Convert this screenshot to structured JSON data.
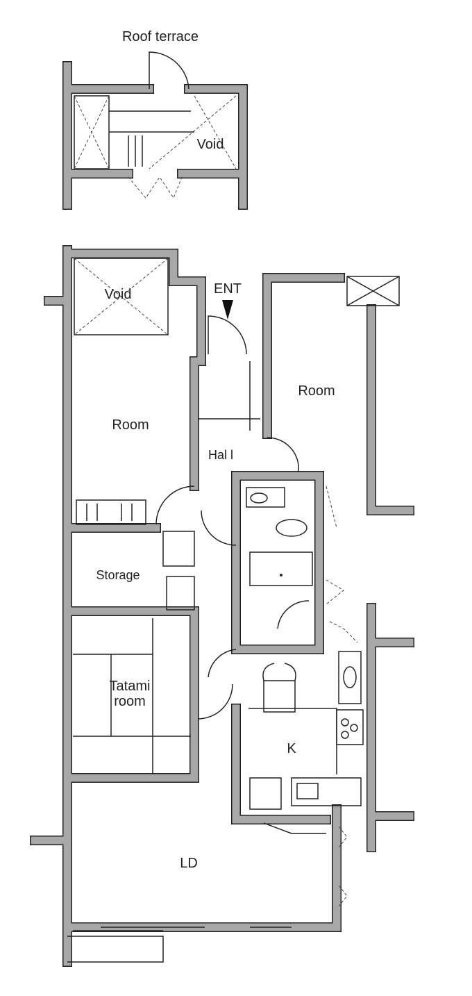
{
  "upper_floor": {
    "roof_terrace": "Roof terrace",
    "void": "Void"
  },
  "main_floor": {
    "void": "Void",
    "entrance": "ENT",
    "room_right": "Room",
    "room_left": "Room",
    "hall": "Hal l",
    "storage": "Storage",
    "tatami_line1": "Tatami",
    "tatami_line2": "room",
    "kitchen": "K",
    "living_dining": "LD"
  },
  "colors": {
    "wall": "#a8a8a8",
    "outline": "#222222"
  }
}
